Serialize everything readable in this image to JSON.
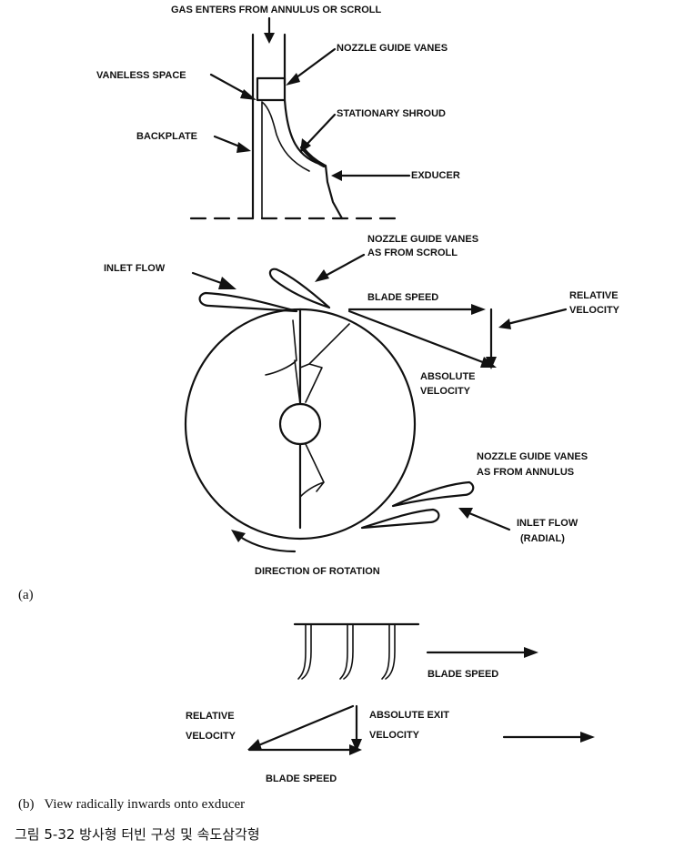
{
  "labels": {
    "gas_enters": "GAS ENTERS FROM ANNULUS OR SCROLL",
    "nozzle_guide_vanes": "NOZZLE GUIDE VANES",
    "vaneless_space": "VANELESS SPACE",
    "stationary_shroud": "STATIONARY SHROUD",
    "backplate": "BACKPLATE",
    "exducer": "EXDUCER",
    "ngv_scroll_line1": "NOZZLE GUIDE VANES",
    "ngv_scroll_line2": "AS FROM SCROLL",
    "inlet_flow": "INLET FLOW",
    "blade_speed_top": "BLADE SPEED",
    "relative_velocity_top_line1": "RELATIVE",
    "relative_velocity_top_line2": "VELOCITY",
    "absolute_velocity_line1": "ABSOLUTE",
    "absolute_velocity_line2": "VELOCITY",
    "ngv_annulus_line1": "NOZZLE GUIDE VANES",
    "ngv_annulus_line2": "AS FROM ANNULUS",
    "inlet_flow_radial_line1": "INLET FLOW",
    "inlet_flow_radial_line2": "(RADIAL)",
    "direction_of_rotation": "DIRECTION OF ROTATION",
    "part_a": "(a)",
    "blade_speed_b": "BLADE SPEED",
    "relative_velocity_b_line1": "RELATIVE",
    "relative_velocity_b_line2": "VELOCITY",
    "absolute_exit_line1": "ABSOLUTE EXIT",
    "absolute_exit_line2": "VELOCITY",
    "blade_speed_bottom": "BLADE SPEED",
    "part_b": "(b)   View radically inwards onto exducer",
    "caption": "그림 5-32 방사형 터빈 구성 및 속도삼각형"
  }
}
